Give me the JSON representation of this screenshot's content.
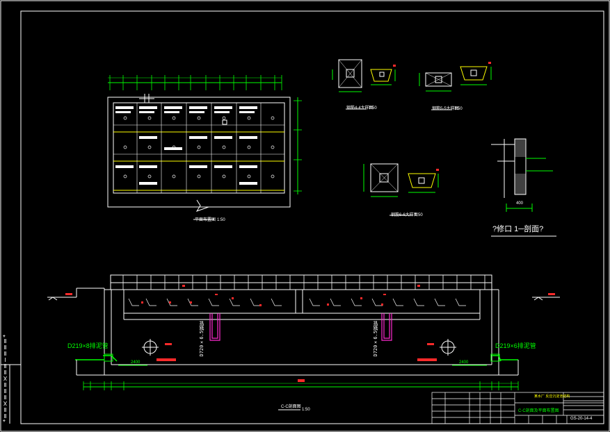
{
  "sheet": {
    "frame_stamp": "*ⅡⅡⅩⅡⅡⅡⅩⅡⅡⅠⅡⅡⅡ*",
    "colors": {
      "bg": "#000000",
      "line": "#ffffff",
      "dim": "#00ff00",
      "mark": "#ff2a2a",
      "note": "#ffff00",
      "pipe": "#ff2ad0"
    }
  },
  "views": {
    "plan_title": "平面布置图",
    "plan_scale": "1:50",
    "detail_a_title": "钢筋4-4大样图",
    "detail_a_scale": "1:50",
    "detail_b_title": "钢筋5-5大样图",
    "detail_b_scale": "1:50",
    "detail_c_title": "钢筋6-6大样图",
    "detail_c_scale": "1:50",
    "outlet_title": "?修口 1─剖面?",
    "outlet_dim": "400",
    "section_title": "C-C剖面图",
    "section_scale": "1:50"
  },
  "section": {
    "left_pipe": "D219×8排泥管",
    "right_pipe": "D219×6排泥管",
    "left_dim": "2400",
    "right_dim": "2400",
    "riser_left": "D720×6.5钢管",
    "riser_right": "D720×6.5钢管"
  },
  "title_block": {
    "project": "某水厂 反应沉淀池结构",
    "drawing_name": "C-C剖面及平面布置图",
    "drawing_no": "GS-20-14-4"
  }
}
